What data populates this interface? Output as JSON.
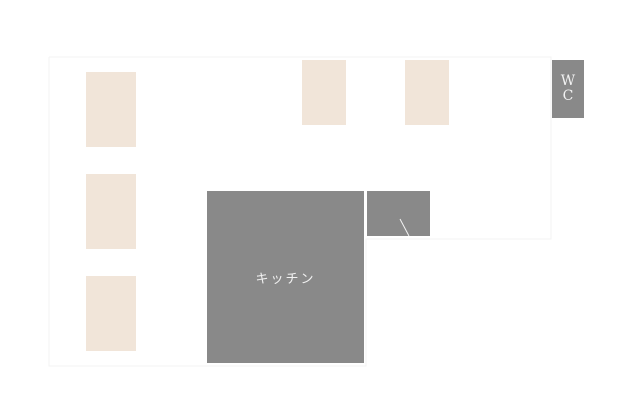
{
  "floor_plan": {
    "kitchen_label": "キッチン",
    "wc_label_line1": "W",
    "wc_label_line2": "C",
    "colors": {
      "table": "#f1e5d9",
      "fixture": "#898989",
      "outline": "#f3f3f3"
    },
    "table_count": 5
  }
}
